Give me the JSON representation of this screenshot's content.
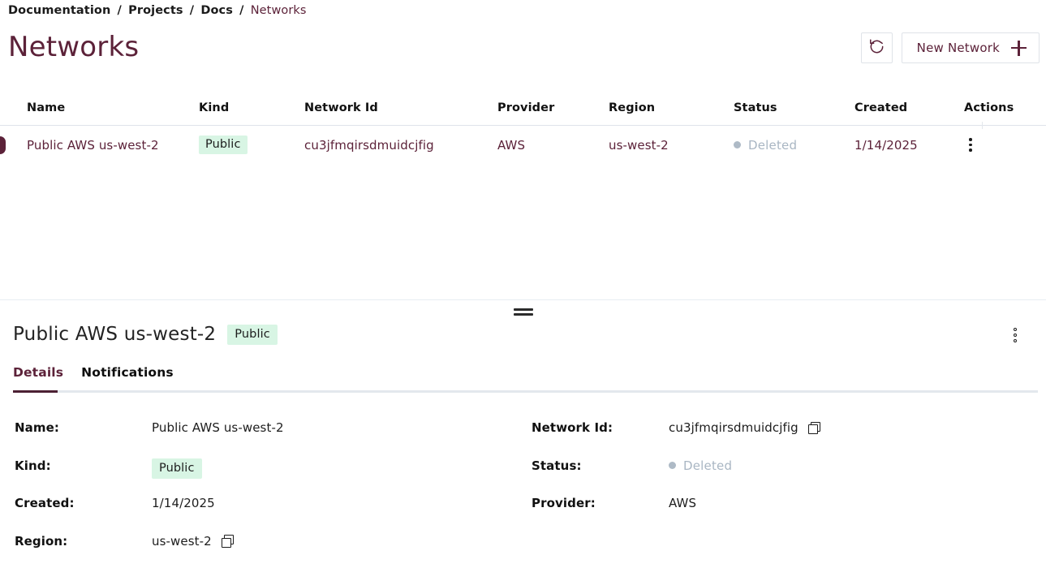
{
  "breadcrumb": {
    "items": [
      "Documentation",
      "Projects",
      "Docs",
      "Networks"
    ],
    "separator": "/"
  },
  "header": {
    "title": "Networks",
    "refresh_icon": "refresh-ccw-icon",
    "new_button_label": "New Network",
    "plus_icon": "plus-icon",
    "accent_color": "#5c2239"
  },
  "table": {
    "columns": [
      "Name",
      "Kind",
      "Network Id",
      "Provider",
      "Region",
      "Status",
      "Created",
      "Actions"
    ],
    "rows": [
      {
        "name": "Public AWS us-west-2",
        "kind": "Public",
        "network_id": "cu3jfmqirsdmuidcjfig",
        "provider": "AWS",
        "region": "us-west-2",
        "status": "Deleted",
        "status_dot_color": "#aebac6",
        "created": "1/14/2025",
        "actions_icon": "kebab-menu-icon",
        "selected": true
      }
    ]
  },
  "splitter": {
    "grip_icon": "drag-handle-icon"
  },
  "detail": {
    "title": "Public AWS us-west-2",
    "badge": "Public",
    "menu_icon": "kebab-menu-icon",
    "tabs": [
      {
        "label": "Details",
        "active": true
      },
      {
        "label": "Notifications",
        "active": false
      }
    ],
    "fields_left": [
      {
        "label": "Name:",
        "value": "Public AWS us-west-2",
        "type": "text"
      },
      {
        "label": "Kind:",
        "value": "Public",
        "type": "badge"
      },
      {
        "label": "Created:",
        "value": "1/14/2025",
        "type": "text"
      },
      {
        "label": "Region:",
        "value": "us-west-2",
        "type": "copyable"
      }
    ],
    "fields_right": [
      {
        "label": "Network Id:",
        "value": "cu3jfmqirsdmuidcjfig",
        "type": "copyable"
      },
      {
        "label": "Status:",
        "value": "Deleted",
        "type": "status"
      },
      {
        "label": "Provider:",
        "value": "AWS",
        "type": "text"
      }
    ],
    "copy_icon": "copy-icon",
    "badge_bg_color": "#d8f5e4"
  }
}
